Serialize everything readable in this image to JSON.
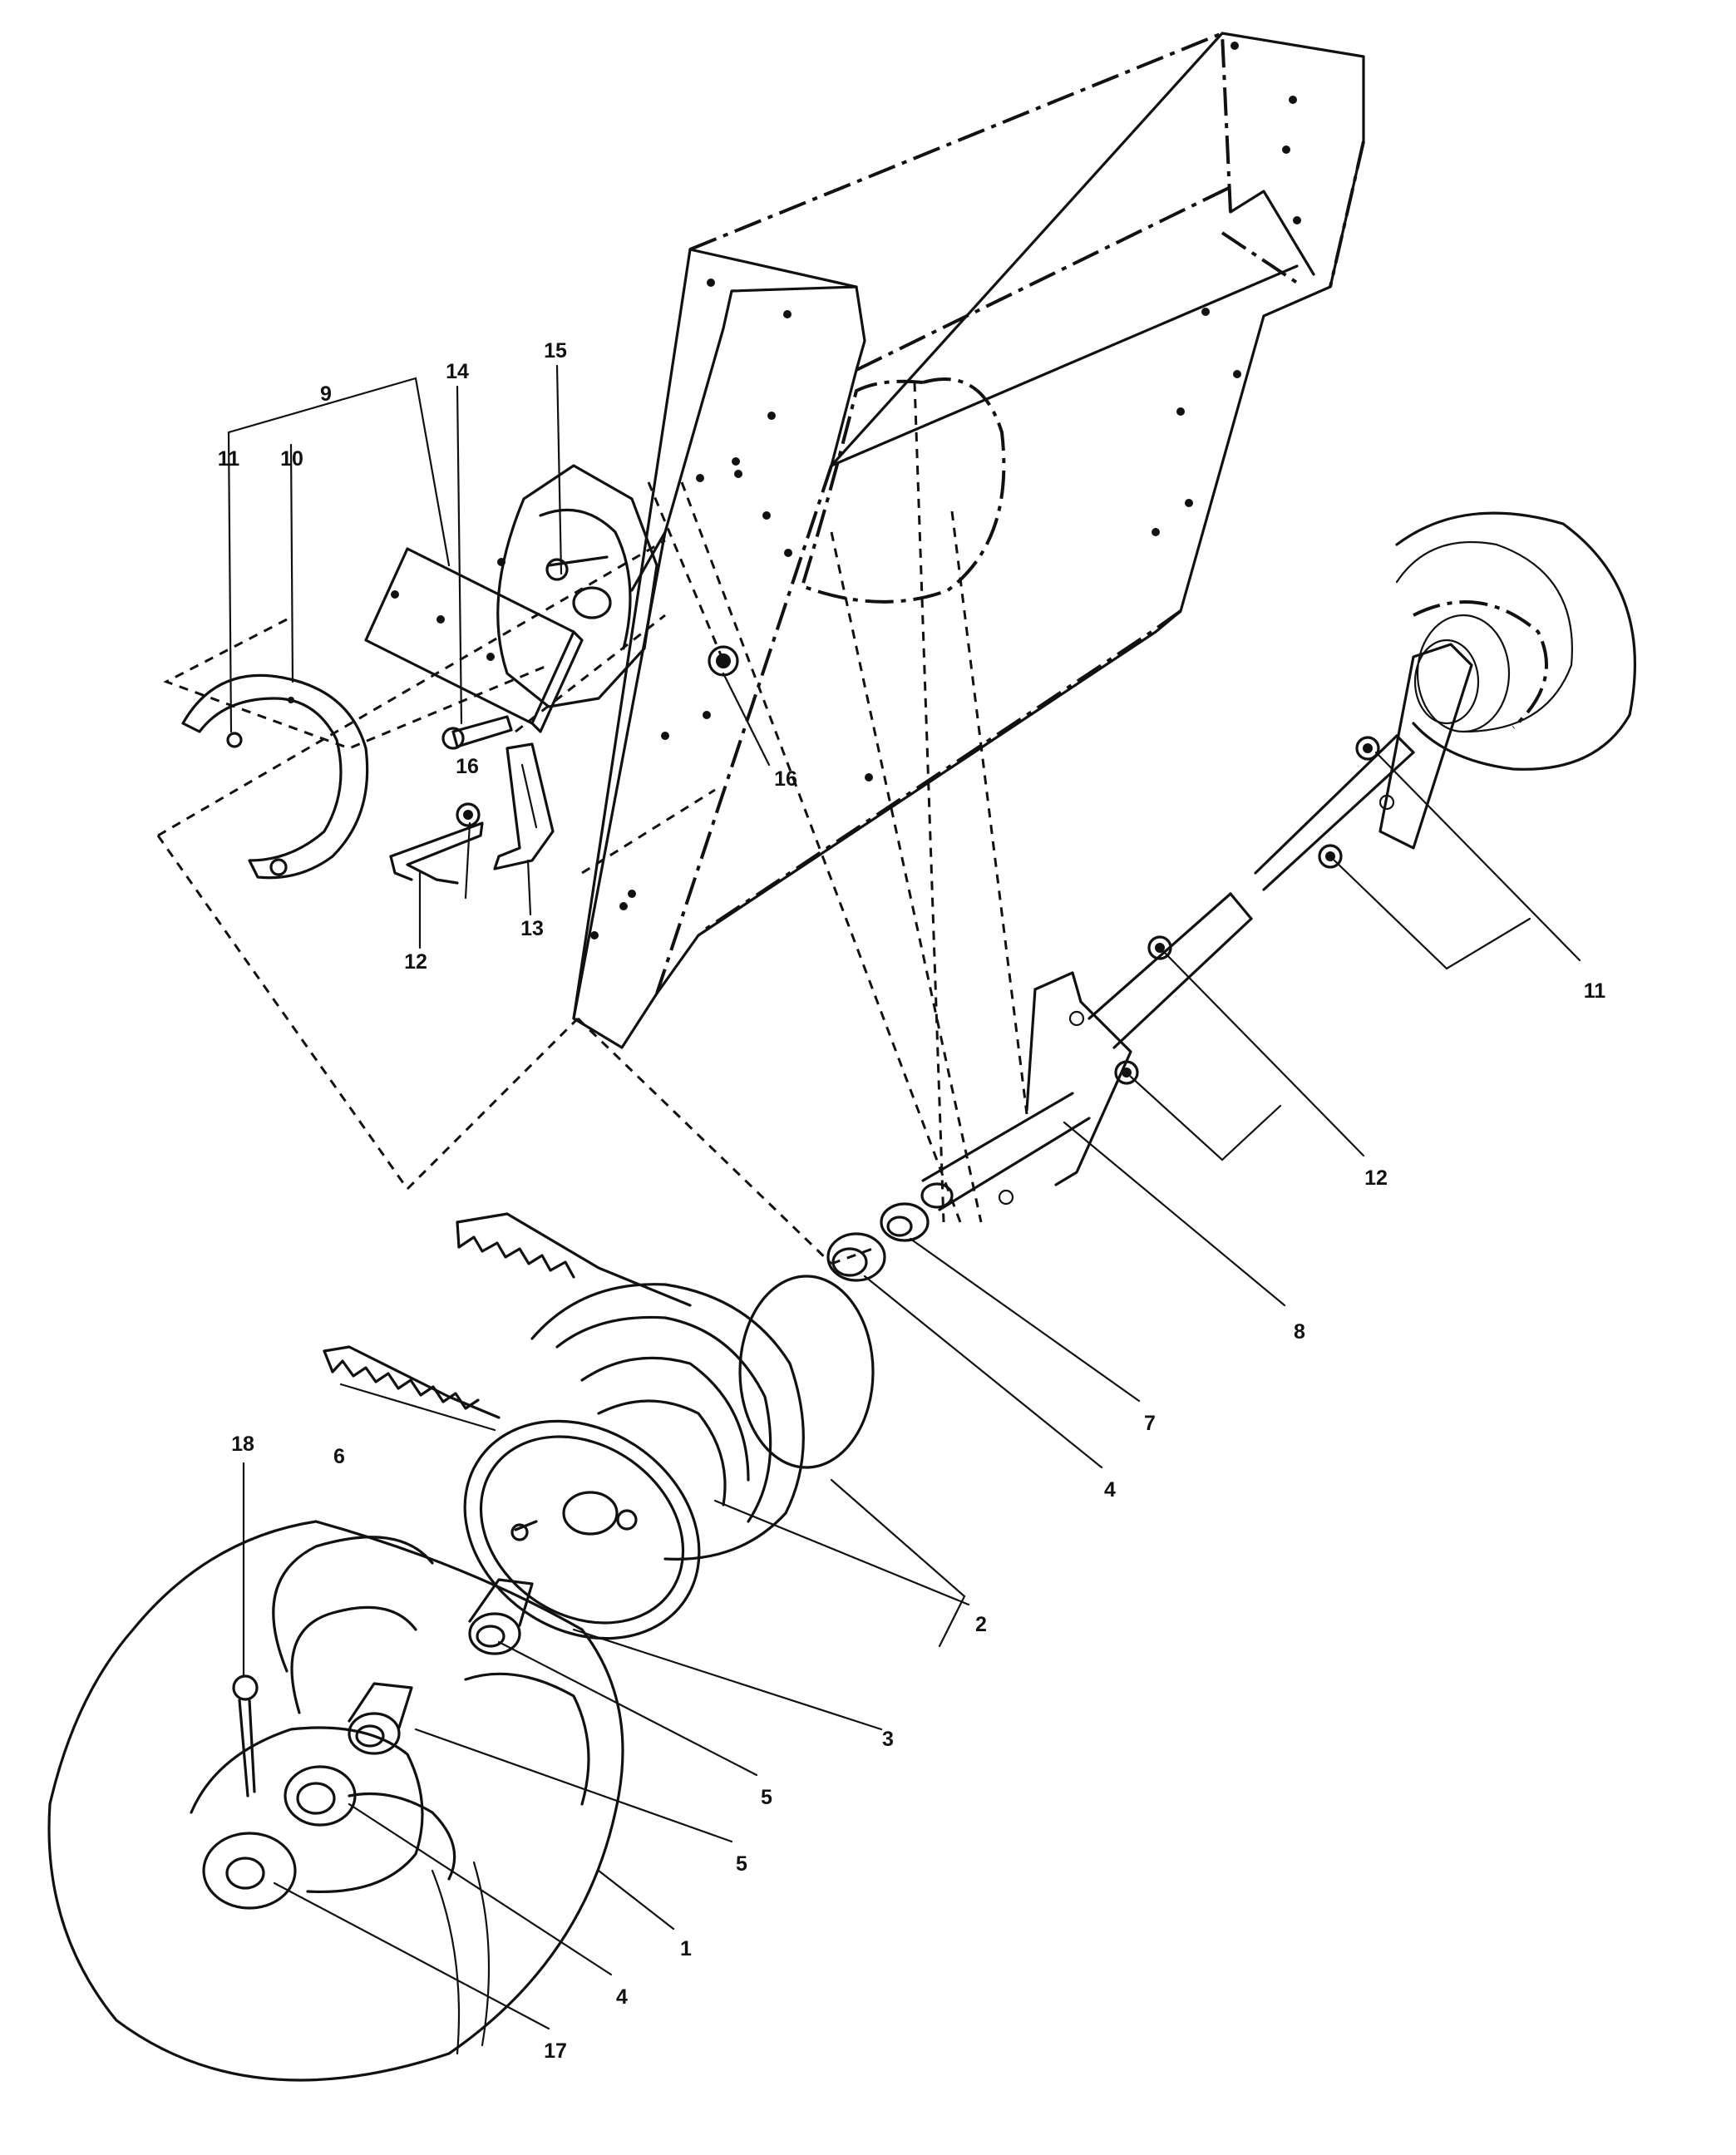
{
  "callouts": [
    {
      "id": "c1",
      "text": "1"
    },
    {
      "id": "c2",
      "text": "2"
    },
    {
      "id": "c3",
      "text": "3"
    },
    {
      "id": "c4a",
      "text": "4"
    },
    {
      "id": "c4b",
      "text": "4"
    },
    {
      "id": "c5a",
      "text": "5"
    },
    {
      "id": "c5b",
      "text": "5"
    },
    {
      "id": "c6",
      "text": "6"
    },
    {
      "id": "c7",
      "text": "7"
    },
    {
      "id": "c8",
      "text": "8"
    },
    {
      "id": "c9",
      "text": "9"
    },
    {
      "id": "c10",
      "text": "10"
    },
    {
      "id": "c11a",
      "text": "11"
    },
    {
      "id": "c11b",
      "text": "11"
    },
    {
      "id": "c12a",
      "text": "12"
    },
    {
      "id": "c12b",
      "text": "12"
    },
    {
      "id": "c13",
      "text": "13"
    },
    {
      "id": "c14",
      "text": "14"
    },
    {
      "id": "c15",
      "text": "15"
    },
    {
      "id": "c16a",
      "text": "16"
    },
    {
      "id": "c16b",
      "text": "16"
    },
    {
      "id": "c17",
      "text": "17"
    },
    {
      "id": "c18",
      "text": "18"
    }
  ]
}
